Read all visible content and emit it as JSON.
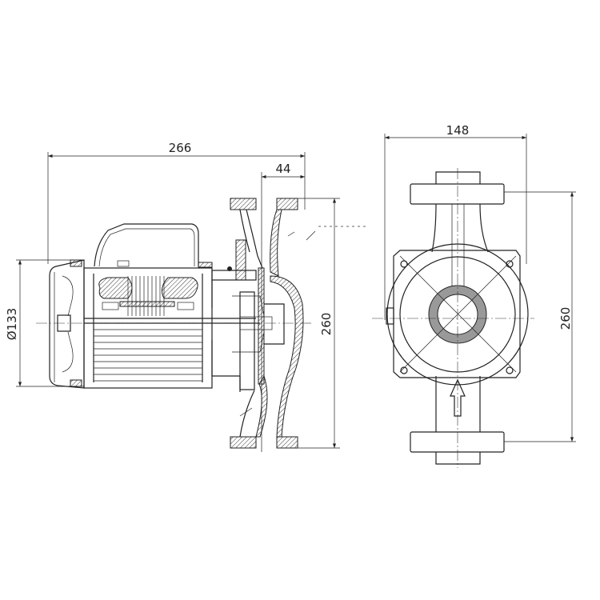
{
  "drawing": {
    "title": "Circulation pump dimensional drawing",
    "side_view": {
      "overall_length": "266",
      "flange_offset": "44",
      "motor_diameter": "Ø133",
      "port_to_port": "260"
    },
    "front_view": {
      "width": "148",
      "port_to_port": "260"
    }
  }
}
